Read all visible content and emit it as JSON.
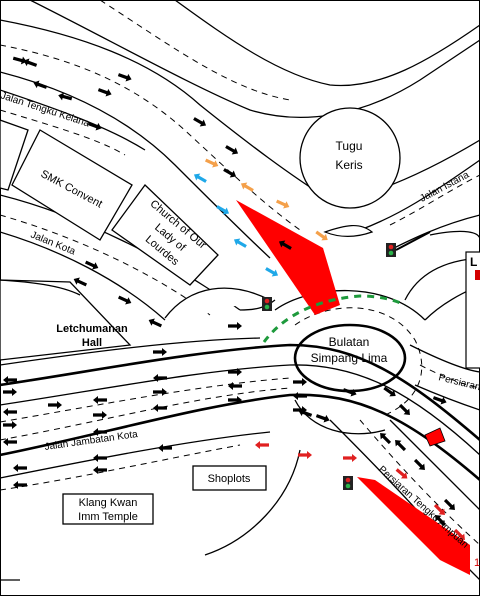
{
  "colors": {
    "road": "#000000",
    "closure": "#ff0000",
    "green_lane": "#1e9a3c",
    "orange_arrow": "#f4a04a",
    "blue_arrow": "#1fa8e8",
    "red_arrow": "#e02020",
    "legend_red": "#d40000"
  },
  "map": {
    "roundabout_label": [
      "Bulatan",
      "Simpang Lima"
    ],
    "tugu_label": [
      "Tugu",
      "Keris"
    ],
    "church_label": [
      "Church of Our",
      "Lady of",
      "Lourdes"
    ],
    "smk_label": "SMK Convent",
    "letchumanan_label": [
      "Letchumanan",
      "Hall"
    ],
    "shoplots_label": "Shoplots",
    "temple_label": [
      "Klang Kwan",
      "Imm Temple"
    ],
    "streets": {
      "tengku_kelana": "Jalan Tengku Kelana",
      "kota": "Jalan Kota",
      "istana": "Jalan Istana",
      "jambatan_kota": "Jalan Jambatan Kota",
      "tengku_ampuan": "Persiaran Tengku Ampuan",
      "persiaran_right": "Persiaran"
    },
    "legend_partial": {
      "letter": "L",
      "number": "1"
    },
    "icons": [
      "traffic-light-icon",
      "road-closure-marker"
    ]
  }
}
